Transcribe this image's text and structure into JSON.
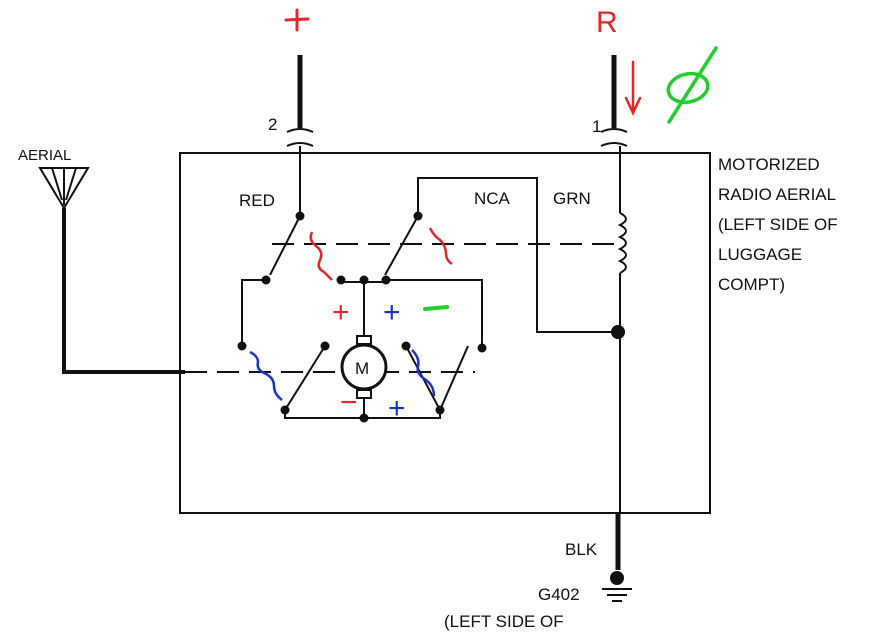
{
  "terminals": {
    "left_number": "2",
    "right_number": "1",
    "left_mark": "+",
    "right_mark": "R"
  },
  "labels": {
    "aerial": "AERIAL",
    "red": "RED",
    "nca": "NCA",
    "grn": "GRN",
    "blk": "BLK",
    "ground": "G402",
    "ground_note": "(LEFT SIDE OF",
    "motor": "M"
  },
  "component_note": [
    "MOTORIZED",
    "RADIO AERIAL",
    "(LEFT SIDE OF",
    "LUGGAGE",
    "COMPT)"
  ],
  "polarity": {
    "red_plus": "+",
    "red_minus": "−",
    "blue_plus_top": "+",
    "blue_plus_bottom": "+",
    "green_minus": "−"
  },
  "colors": {
    "wire": "#111111",
    "red_annotation": "#e8252a",
    "blue_annotation": "#1d2fd6",
    "green_annotation": "#1fcf2a"
  }
}
